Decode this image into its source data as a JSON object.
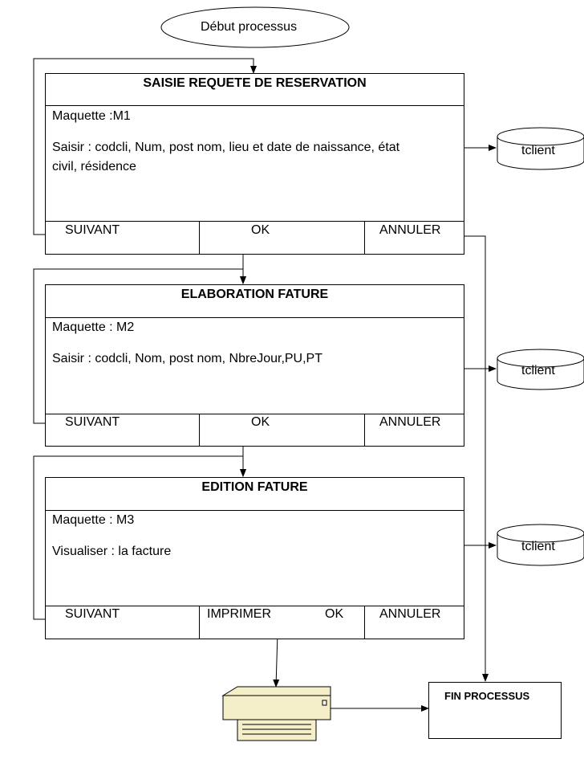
{
  "start": {
    "label": "Début processus"
  },
  "screens": [
    {
      "title": "SAISIE REQUETE DE RESERVATION",
      "maquette": "Maquette :M1",
      "instruction_line1": "Saisir : codcli, Num, post nom, lieu et date de naissance, état",
      "instruction_line2": "civil, résidence",
      "buttons": {
        "suivant": "SUIVANT",
        "ok": "OK",
        "annuler": "ANNULER"
      }
    },
    {
      "title": "ELABORATION FATURE",
      "maquette": "Maquette : M2",
      "instruction_line1": "Saisir : codcli, Nom, post nom, NbreJour,PU,PT",
      "buttons": {
        "suivant": "SUIVANT",
        "ok": "OK",
        "annuler": "ANNULER"
      }
    },
    {
      "title": "EDITION FATURE",
      "maquette": "Maquette : M3",
      "instruction_line1": "Visualiser : la facture",
      "buttons": {
        "suivant": "SUIVANT",
        "imprimer": "IMPRIMER",
        "ok": "OK",
        "annuler": "ANNULER"
      }
    }
  ],
  "databases": [
    {
      "label": "tclient"
    },
    {
      "label": "tclient"
    },
    {
      "label": "tclient"
    }
  ],
  "end": {
    "label": "FIN PROCESSUS"
  },
  "printer": {
    "icon": "printer-icon"
  }
}
